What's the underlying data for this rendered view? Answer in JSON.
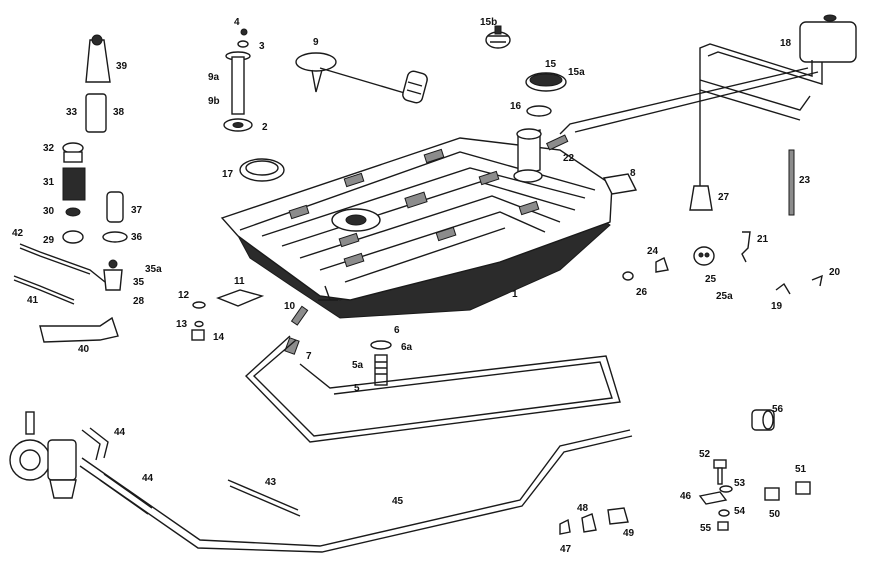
{
  "diagram": {
    "type": "exploded parts diagram",
    "subject": "fuel tank and fuel line assembly",
    "ink_color": "#1a1a1a",
    "background_color": "#ffffff",
    "callouts": {
      "p1": "1",
      "p2": "2",
      "p3": "3",
      "p4": "4",
      "p5": "5",
      "p5a": "5a",
      "p6": "6",
      "p6a": "6a",
      "p7": "7",
      "p8": "8",
      "p9": "9",
      "p9a": "9a",
      "p9b": "9b",
      "p10": "10",
      "p11": "11",
      "p12": "12",
      "p13": "13",
      "p14": "14",
      "p15": "15",
      "p15a": "15a",
      "p15b": "15b",
      "p16": "16",
      "p17": "17",
      "p18": "18",
      "p19": "19",
      "p20": "20",
      "p21": "21",
      "p22": "22",
      "p23": "23",
      "p24": "24",
      "p25": "25",
      "p25a": "25a",
      "p26": "26",
      "p27": "27",
      "p28": "28",
      "p29": "29",
      "p30": "30",
      "p31": "31",
      "p32": "32",
      "p33": "33",
      "p35": "35",
      "p35a": "35a",
      "p36": "36",
      "p37": "37",
      "p38": "38",
      "p39": "39",
      "p40": "40",
      "p41": "41",
      "p42": "42",
      "p43": "43",
      "p44a": "44",
      "p44b": "44",
      "p45": "45",
      "p46": "46",
      "p47": "47",
      "p48": "48",
      "p49": "49",
      "p50": "50",
      "p51": "51",
      "p52": "52",
      "p53": "53",
      "p54": "54",
      "p55": "55",
      "p56": "56"
    }
  }
}
